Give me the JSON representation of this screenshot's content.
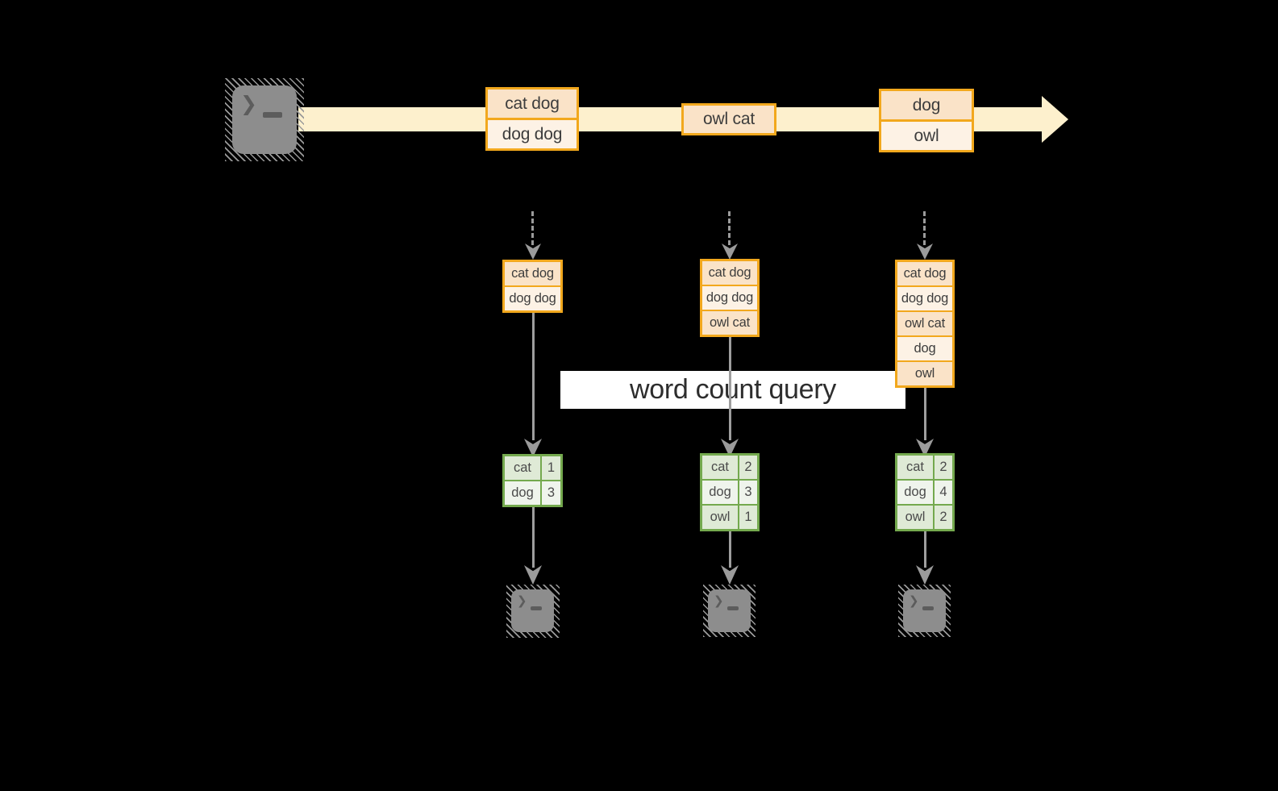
{
  "diagram": {
    "banner_label": "word count query",
    "stream_batches": [
      {
        "cells": [
          "cat dog",
          "dog dog"
        ]
      },
      {
        "cells": [
          "owl cat"
        ]
      },
      {
        "cells": [
          "dog",
          "owl"
        ]
      }
    ],
    "workers": [
      {
        "stack": [
          "cat dog",
          "dog dog"
        ],
        "counts": [
          {
            "word": "cat",
            "value": "1"
          },
          {
            "word": "dog",
            "value": "3"
          }
        ]
      },
      {
        "stack": [
          "cat dog",
          "dog dog",
          "owl cat"
        ],
        "counts": [
          {
            "word": "cat",
            "value": "2"
          },
          {
            "word": "dog",
            "value": "3"
          },
          {
            "word": "owl",
            "value": "1"
          }
        ]
      },
      {
        "stack": [
          "cat dog",
          "dog dog",
          "owl cat",
          "dog",
          "owl"
        ],
        "counts": [
          {
            "word": "cat",
            "value": "2"
          },
          {
            "word": "dog",
            "value": "4"
          },
          {
            "word": "owl",
            "value": "2"
          }
        ]
      }
    ],
    "icons": {
      "source": "terminal-icon",
      "sinks": [
        "terminal-icon",
        "terminal-icon",
        "terminal-icon"
      ]
    },
    "colors": {
      "background": "#000000",
      "stream_band": "#FDF0CD",
      "box_border_gold": "#F2A81D",
      "cell_peach": "#FAE3C8",
      "cell_cream": "#FDF2E5",
      "table_border_green": "#74A94E",
      "table_fill_dark": "#DFEAD6",
      "table_fill_light": "#EFF4EC",
      "arrow_gray": "#9B9B9B",
      "banner_bg": "#FFFFFF",
      "text_dark": "#3D3D3D"
    }
  }
}
